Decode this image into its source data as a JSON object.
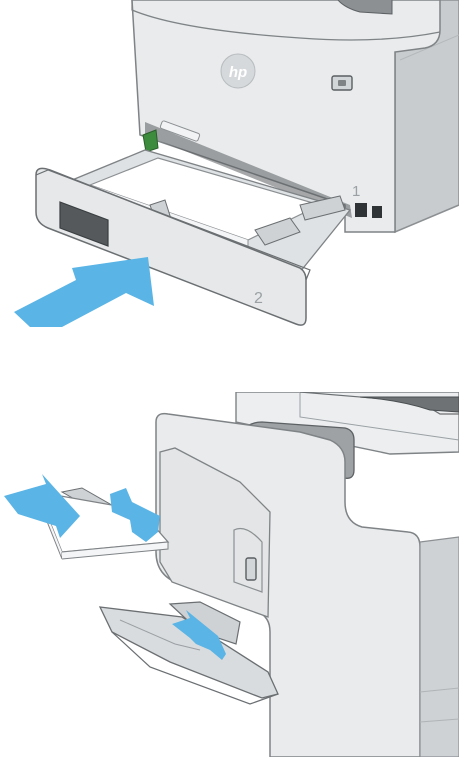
{
  "figure_top": {
    "printer_logo": "hp",
    "tray_number_upper": "1",
    "tray_number_lower": "2",
    "arrow_color": "#5ab4e5",
    "body_color": "#e8eaeb"
  },
  "figure_bottom": {
    "arrow_color": "#5ab4e5",
    "paper_color": "#ffffff"
  }
}
